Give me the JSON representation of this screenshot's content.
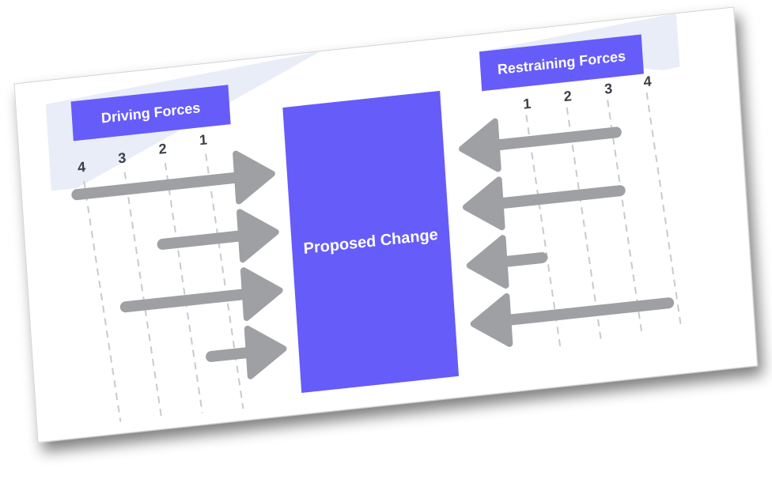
{
  "driving": {
    "title": "Driving Forces",
    "scale": [
      "4",
      "3",
      "2",
      "1"
    ],
    "arrows": [
      4,
      2,
      3,
      1
    ]
  },
  "center": {
    "label": "Proposed Change"
  },
  "restraining": {
    "title": "Restraining Forces",
    "scale": [
      "1",
      "2",
      "3",
      "4"
    ],
    "arrows": [
      3,
      3,
      1,
      4
    ]
  },
  "colors": {
    "accent": "#665CFA",
    "arrow": "#9EA0A4",
    "band": "#E9EDF7",
    "grid": "#C9CACD",
    "label": "#3B4046",
    "header_text": "#FFFFFF"
  }
}
